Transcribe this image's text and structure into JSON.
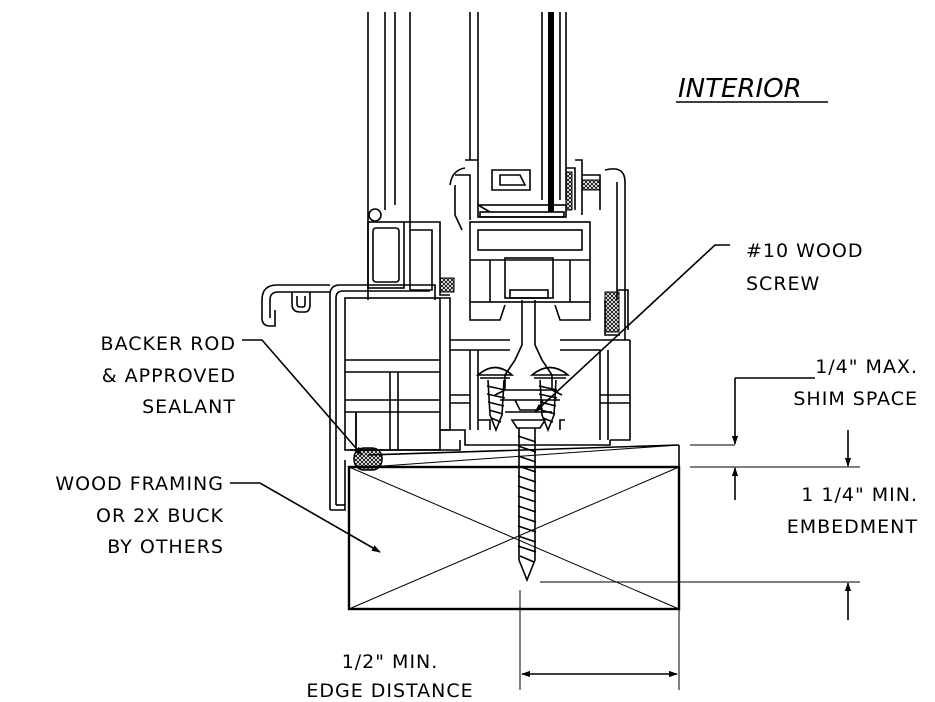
{
  "title": "INTERIOR",
  "labels": {
    "screw": [
      "#10 WOOD",
      "SCREW"
    ],
    "backer": [
      "BACKER ROD",
      "& APPROVED",
      "SEALANT"
    ],
    "framing": [
      "WOOD FRAMING",
      "OR 2X BUCK",
      "BY OTHERS"
    ],
    "shim": [
      "1/4\" MAX.",
      "SHIM SPACE"
    ],
    "embedment": [
      "1 1/4\" MIN.",
      "EMBEDMENT"
    ],
    "edge": [
      "1/2\" MIN.",
      "EDGE DISTANCE"
    ]
  },
  "colors": {
    "line": "#000000",
    "background": "#ffffff"
  }
}
